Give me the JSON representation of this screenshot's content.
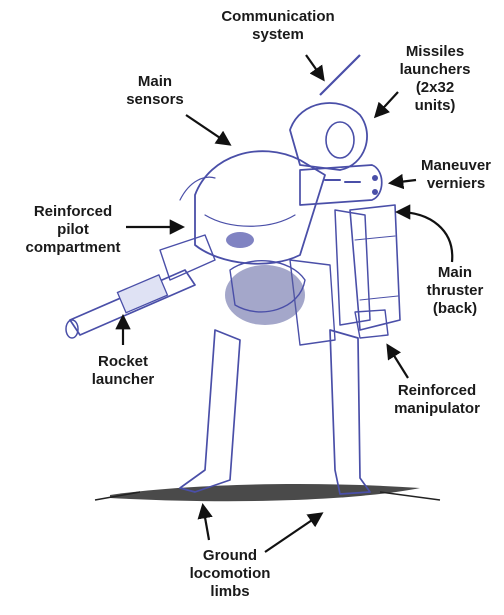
{
  "diagram": {
    "accent_ink": "#4a4fa8",
    "labels": {
      "communication": [
        "Communication",
        "system"
      ],
      "missiles": [
        "Missiles",
        "launchers",
        "(2x32",
        "units)"
      ],
      "sensors": [
        "Main",
        "sensors"
      ],
      "verniers": [
        "Maneuver",
        "verniers"
      ],
      "pilot": [
        "Reinforced",
        "pilot",
        "compartment"
      ],
      "thruster": [
        "Main",
        "thruster",
        "(back)"
      ],
      "rocket": [
        "Rocket",
        "launcher"
      ],
      "manipulator": [
        "Reinforced",
        "manipulator"
      ],
      "limbs": [
        "Ground",
        "locomotion",
        "limbs"
      ]
    }
  }
}
